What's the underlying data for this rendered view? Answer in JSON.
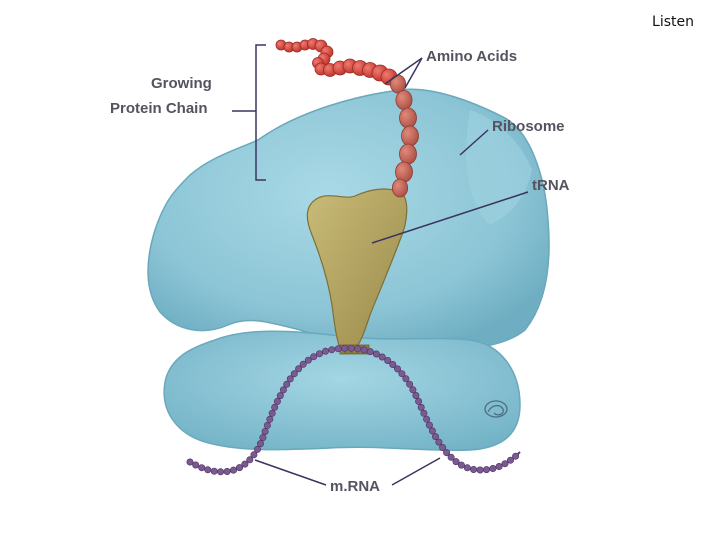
{
  "header": {
    "listen_label": "Listen"
  },
  "diagram": {
    "labels": {
      "growing_line1": "Growing",
      "growing_line2": "Protein Chain",
      "amino_acids": "Amino Acids",
      "ribosome": "Ribosome",
      "trna": "tRNA",
      "mrna": "m.RNA"
    },
    "colors": {
      "ribosome": "#8ec8d8",
      "trna": "#b3a35e",
      "amino_acid": "#d24a43",
      "mrna": "#7b5a92",
      "label_text": "#54535f",
      "leader_line": "#3a3560"
    }
  }
}
